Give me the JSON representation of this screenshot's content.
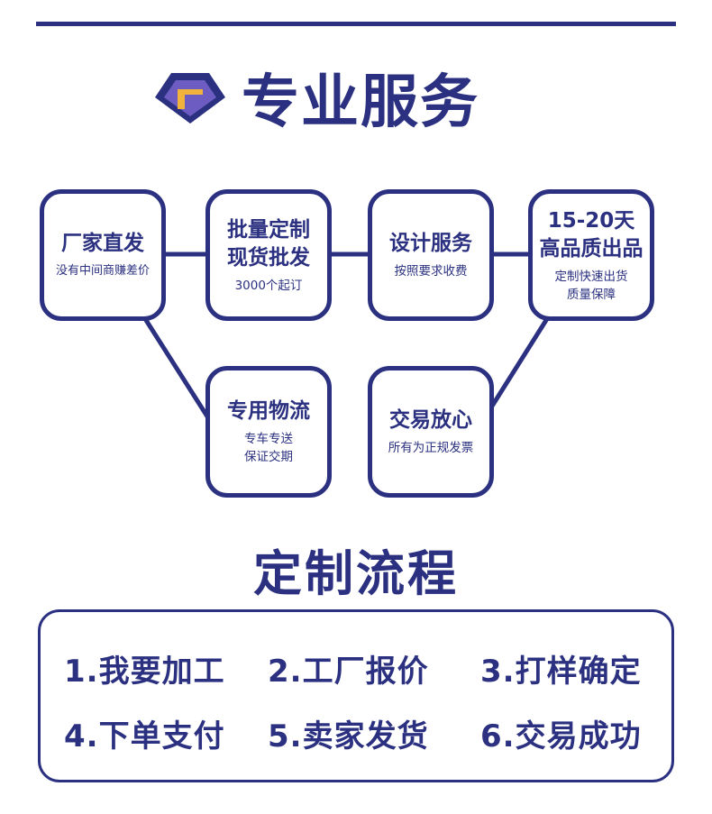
{
  "header": {
    "title": "专业服务",
    "accent_color": "#2b3180",
    "gem_gold": "#f2b33d",
    "gem_purple": "#6d5dc2",
    "logo_glyph": "厂"
  },
  "services": [
    {
      "title": "厂家直发",
      "sub": "没有中间商赚差价"
    },
    {
      "title": "批量定制\n现货批发",
      "sub": "3000个起订"
    },
    {
      "title": "设计服务",
      "sub": "按照要求收费"
    },
    {
      "title": "15-20天\n高品质出品",
      "sub": "定制快速出货\n质量保障"
    },
    {
      "title": "专用物流",
      "sub": "专车专送\n保证交期"
    },
    {
      "title": "交易放心",
      "sub": "所有为正规发票"
    }
  ],
  "process": {
    "title": "定制流程",
    "steps": [
      "1.我要加工",
      "2.工厂报价",
      "3.打样确定",
      "4.下单支付",
      "5.卖家发货",
      "6.交易成功"
    ]
  }
}
